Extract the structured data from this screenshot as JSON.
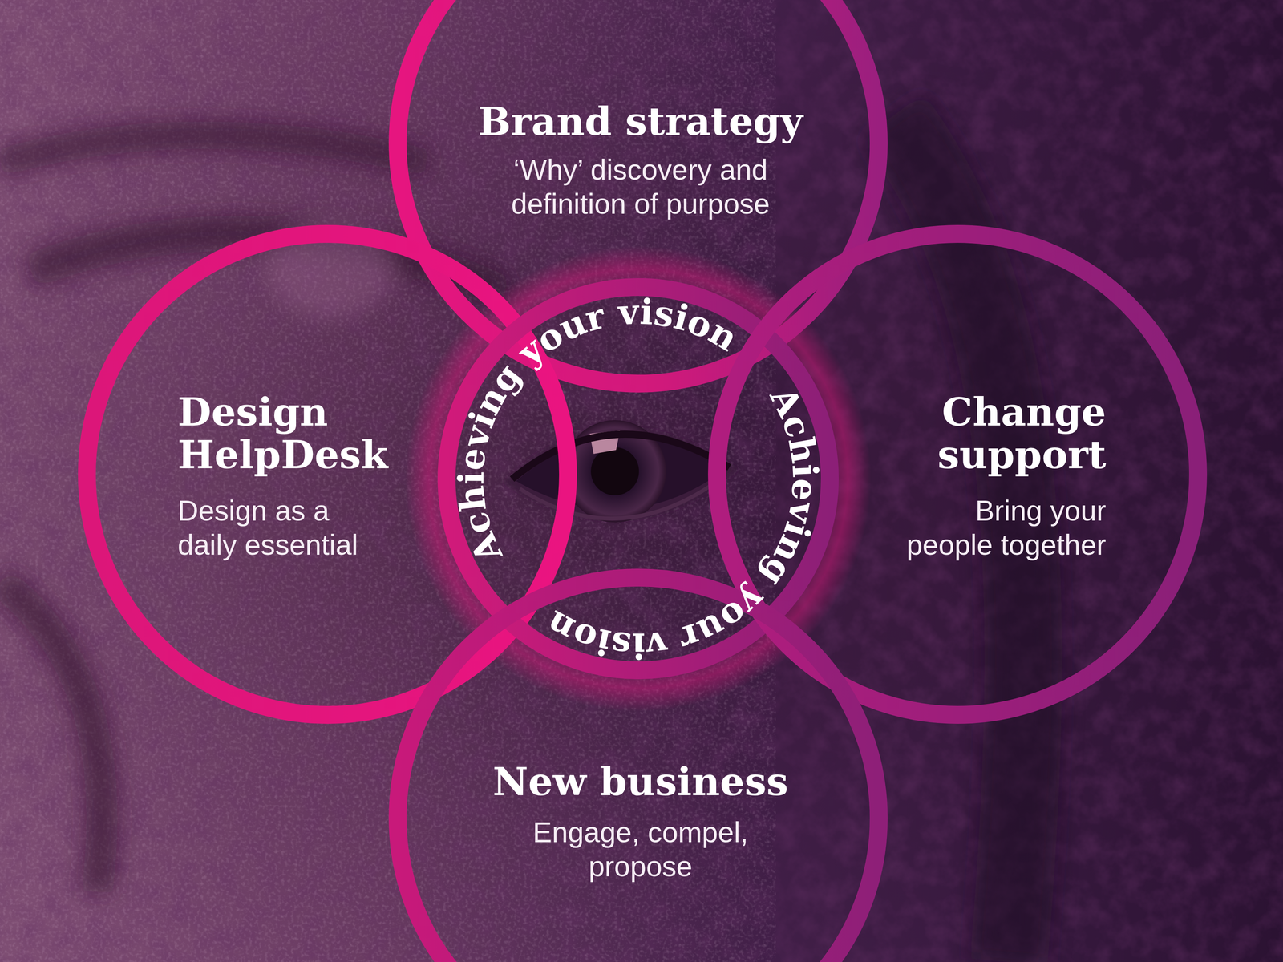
{
  "diagram": {
    "nodes": [
      {
        "text": [
          "Brand strategy",
          "‘Why’ discovery and definition of purpose"
        ]
      },
      {
        "text": [
          "Design HelpDesk",
          "Design as a daily essential"
        ]
      },
      {
        "text": [
          "Achieving your vision",
          "Achieving your vision"
        ]
      },
      {
        "text": [
          "Change support",
          "Bring your people together"
        ]
      },
      {
        "text": [
          "New business",
          "Engage, compel, propose"
        ]
      }
    ]
  }
}
